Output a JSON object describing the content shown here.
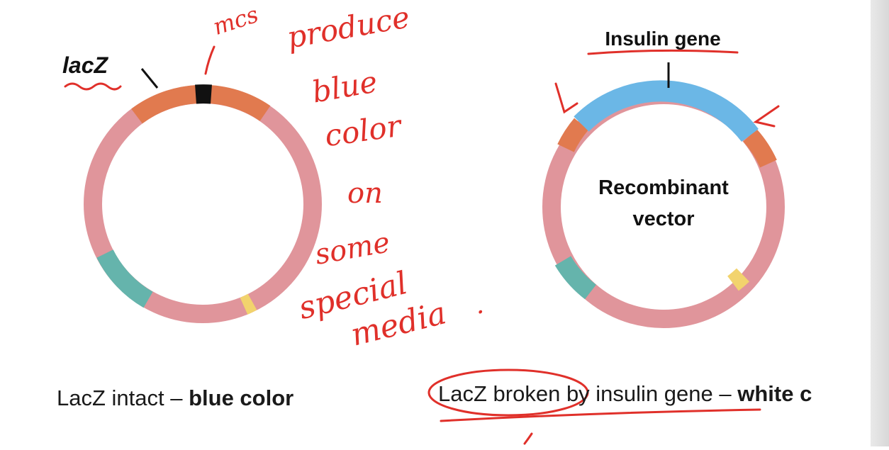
{
  "left_plasmid": {
    "label": "lacZ",
    "caption_normal": "LacZ intact – ",
    "caption_bold": "blue color"
  },
  "right_plasmid": {
    "gene_label": "Insulin gene",
    "center_label_line1": "Recombinant",
    "center_label_line2": "vector",
    "caption_normal_a": "LacZ broken",
    "caption_normal_b": " by insulin gene – ",
    "caption_bold": "white c"
  },
  "annotations": {
    "mcs": "mcs",
    "note_lines": [
      "produce",
      "blue",
      "color",
      "on",
      "some",
      "special",
      "media",
      "."
    ]
  },
  "colors": {
    "backbone": "#e0959b",
    "lacz": "#e17a4f",
    "insert": "#6bb7e6",
    "teal": "#65b4ac",
    "yellow": "#f2d36d",
    "mcs": "#111111",
    "ink": "#e0302a"
  }
}
